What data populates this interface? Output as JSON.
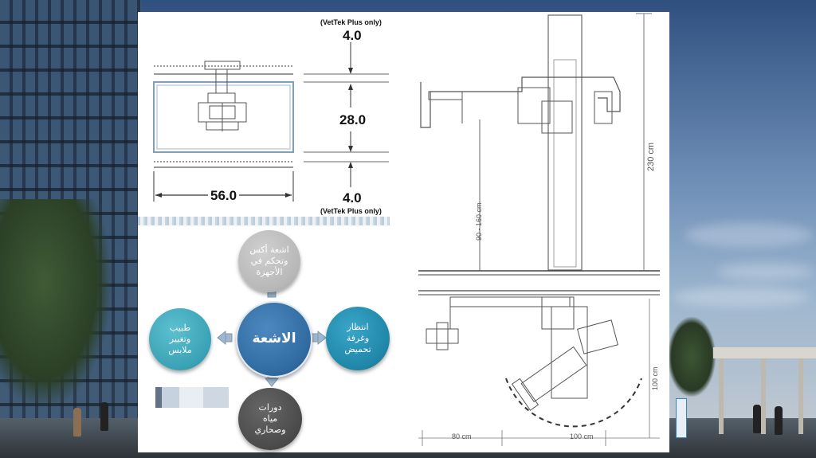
{
  "plan_view": {
    "top_note": "(VetTek Plus only)",
    "bottom_note": "(VetTek Plus only)",
    "dim_top": "4.0",
    "dim_middle": "28.0",
    "dim_bottom": "4.0",
    "dim_width": "56.0"
  },
  "elevation": {
    "height_total": "230 cm",
    "height_range": "90 - 160 cm",
    "height_lower": "100 cm",
    "width_left": "80 cm",
    "width_right": "100 cm"
  },
  "diagram": {
    "center": "الاشعة",
    "top": "اشعة أكس\nوتحكم في\nالأجهزة",
    "right": "انتظار\nوغرفة\nتحميض",
    "bottom": "دورات\nمياه\nوصحاري",
    "left": "طبيب\nوتغيير\nملابس"
  },
  "colors": {
    "center": "#2f6aa0",
    "top": "#b7b7b7",
    "right": "#1f86a8",
    "bottom": "#4a4a4a",
    "left": "#3aa2b5",
    "arrow": "#9fb8cf"
  }
}
